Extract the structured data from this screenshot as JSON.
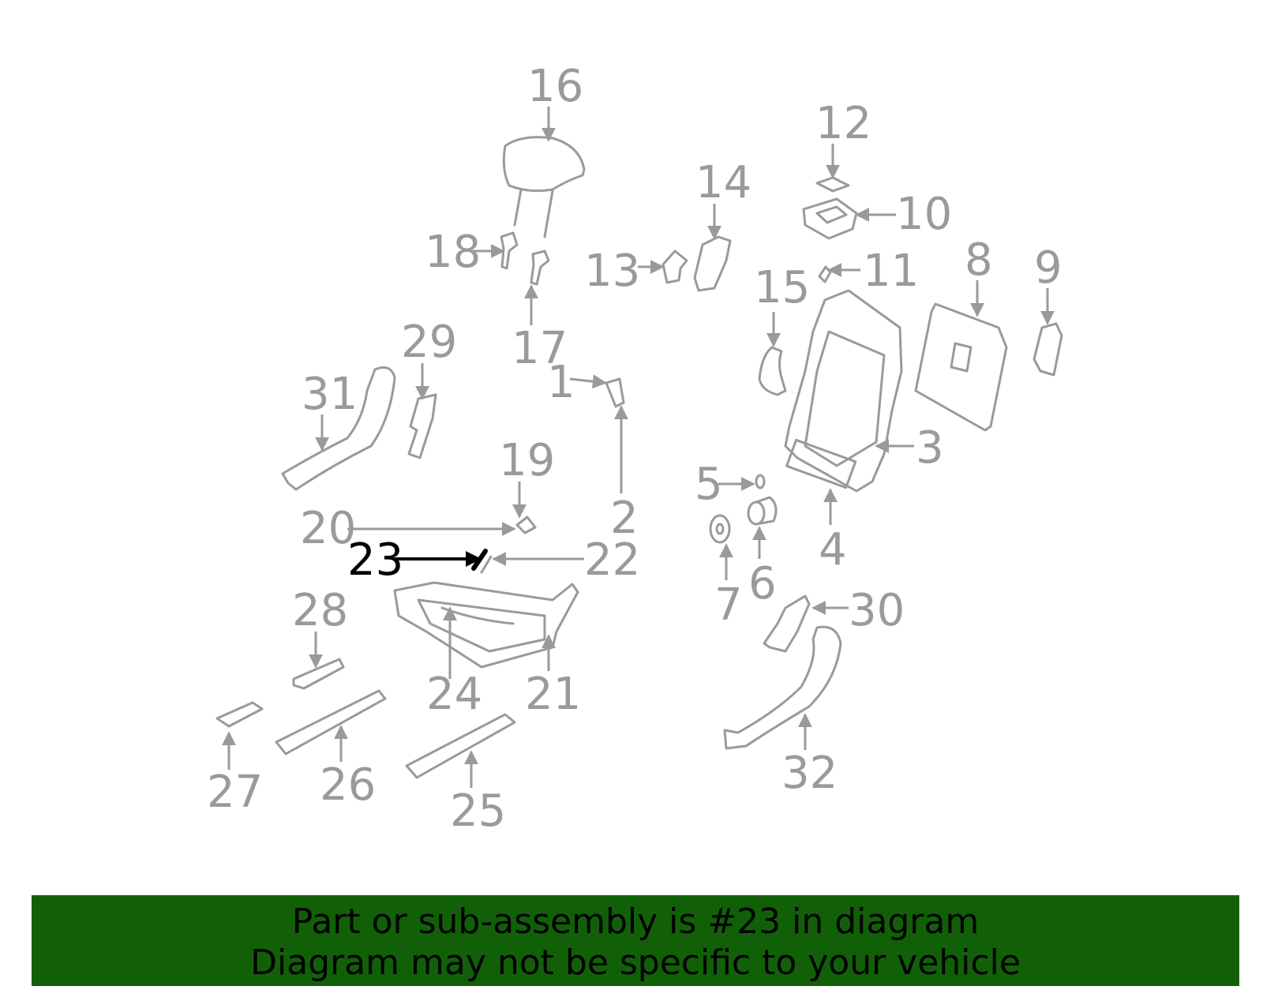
{
  "diagram": {
    "highlight_color": "#000000",
    "part_color": "#9a9a9a",
    "labels": [
      "16",
      "12",
      "14",
      "10",
      "18",
      "13",
      "11",
      "15",
      "8",
      "9",
      "17",
      "29",
      "1",
      "31",
      "3",
      "19",
      "5",
      "2",
      "20",
      "4",
      "23",
      "22",
      "6",
      "7",
      "28",
      "30",
      "24",
      "21",
      "32",
      "27",
      "26",
      "25"
    ],
    "highlighted_label": "23"
  },
  "banner": {
    "background": "#116008",
    "line1": "Part or sub-assembly is #23 in diagram",
    "line2": "Diagram may not be specific to your vehicle"
  }
}
